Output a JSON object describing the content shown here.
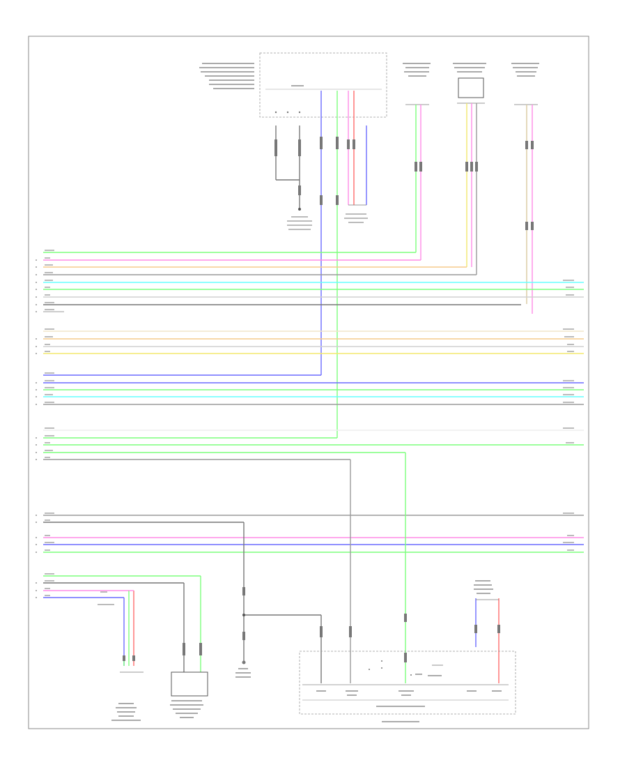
{
  "diagram": {
    "footer_code": "",
    "wire_colors": {
      "lt_green": "#7dff7d",
      "pink": "#ff8ce6",
      "orange": "#f5cc8c",
      "blue": "#6b6bff",
      "cyan": "#66ffff",
      "gray": "#9a9a9a",
      "black": "#555555",
      "yellow": "#f3e86e",
      "red": "#ff6b6b",
      "tan": "#d9c9a0",
      "frame": "#888888"
    },
    "components": [
      {
        "id": "top-control-module",
        "label": ""
      },
      {
        "id": "left-front-speaker",
        "label": ""
      },
      {
        "id": "right-front-speaker",
        "label": ""
      },
      {
        "id": "left-rear-speaker",
        "label": ""
      },
      {
        "id": "right-rear-speaker",
        "label": ""
      },
      {
        "id": "module-bottom-left",
        "label": ""
      },
      {
        "id": "module-bottom-right",
        "label": ""
      },
      {
        "id": "ground-point",
        "label": ""
      },
      {
        "id": "multiplex-unit",
        "label": ""
      }
    ]
  }
}
